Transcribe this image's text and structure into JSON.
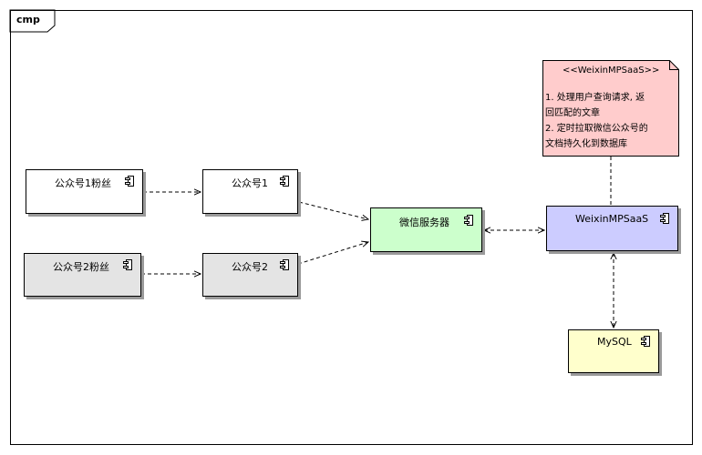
{
  "frame": {
    "label": "cmp"
  },
  "components": {
    "fans1": {
      "label": "公众号1粉丝",
      "fill": "#ffffff"
    },
    "fans2": {
      "label": "公众号2粉丝",
      "fill": "#e4e4e4"
    },
    "account1": {
      "label": "公众号1",
      "fill": "#ffffff"
    },
    "account2": {
      "label": "公众号2",
      "fill": "#e4e4e4"
    },
    "wechat_server": {
      "label": "微信服务器",
      "fill": "#ccffcc"
    },
    "weixin_saas": {
      "label": "WeixinMPSaaS",
      "fill": "#ccccff"
    },
    "mysql": {
      "label": "MySQL",
      "fill": "#ffffcc"
    }
  },
  "note": {
    "stereotype": "<<WeixinMPSaaS>>",
    "lines": [
      "1. 处理用户查询请求, 返",
      "回匹配的文章",
      "2. 定时拉取微信公众号的",
      "文档持久化到数据库"
    ],
    "fill": "#ffcccc"
  },
  "connectors": [
    {
      "from": "公众号1粉丝",
      "to": "公众号1",
      "style": "dashed",
      "arrow": "one-way"
    },
    {
      "from": "公众号2粉丝",
      "to": "公众号2",
      "style": "dashed",
      "arrow": "one-way"
    },
    {
      "from": "公众号1",
      "to": "微信服务器",
      "style": "dashed",
      "arrow": "one-way"
    },
    {
      "from": "公众号2",
      "to": "微信服务器",
      "style": "dashed",
      "arrow": "one-way"
    },
    {
      "from": "微信服务器",
      "to": "WeixinMPSaaS",
      "style": "dashed",
      "arrow": "two-way"
    },
    {
      "from": "WeixinMPSaaS",
      "to": "MySQL",
      "style": "dashed",
      "arrow": "two-way"
    },
    {
      "from": "WeixinMPSaaS",
      "to": "note",
      "style": "dashed",
      "arrow": "none"
    }
  ]
}
